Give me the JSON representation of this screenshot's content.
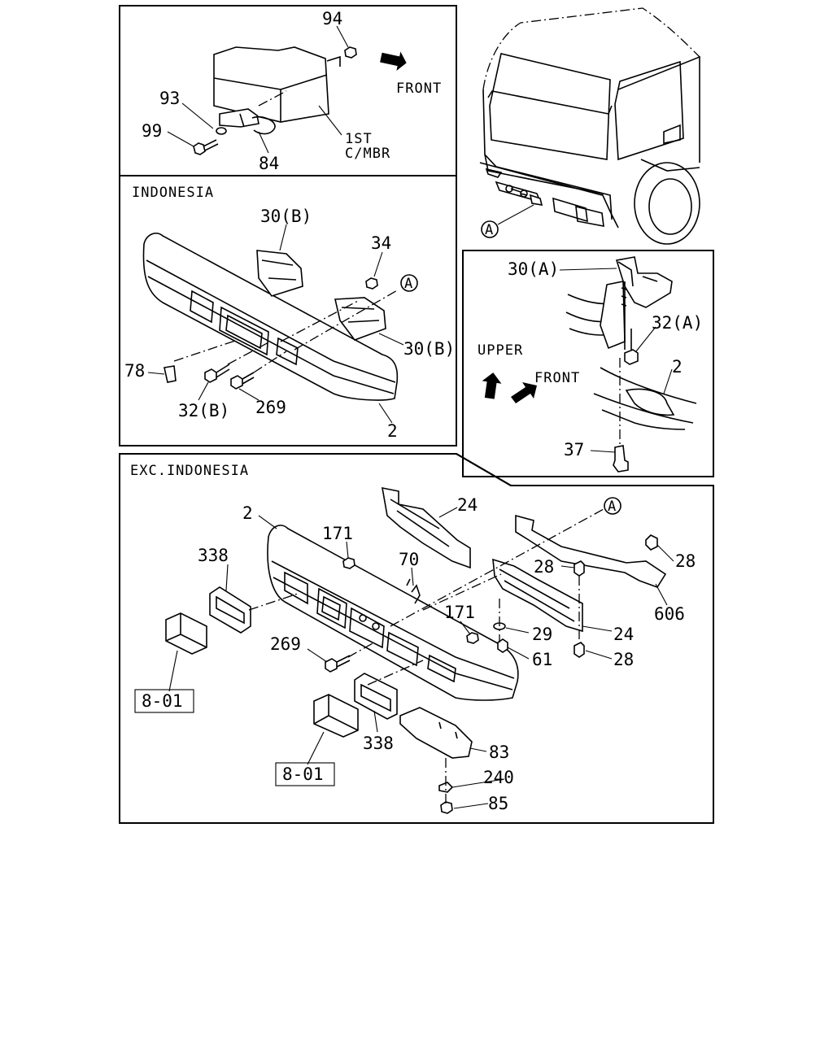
{
  "panels": {
    "top_left": {
      "callouts": {
        "p94": "94",
        "p93": "93",
        "p99": "99",
        "p84": "84"
      },
      "front_label": "FRONT",
      "member_label_1": "1ST",
      "member_label_2": "C/MBR"
    },
    "indonesia": {
      "title": "INDONESIA",
      "callouts": {
        "p30b_top": "30(B)",
        "p34": "34",
        "p30b_right": "30(B)",
        "p78": "78",
        "p32b": "32(B)",
        "p269": "269",
        "p2": "2"
      },
      "ref_mark": "A"
    },
    "truck": {
      "ref_mark": "A"
    },
    "detail_a": {
      "callouts": {
        "p30a": "30(A)",
        "p32a": "32(A)",
        "p2": "2",
        "p37": "37"
      },
      "upper_label": "UPPER",
      "front_label": "FRONT"
    },
    "exc_indonesia": {
      "title": "EXC.INDONESIA",
      "ref_mark": "A",
      "callouts": {
        "p2": "2",
        "p171a": "171",
        "p338a": "338",
        "p70": "70",
        "p24a": "24",
        "p28a": "28",
        "p28b": "28",
        "p171b": "171",
        "p29": "29",
        "p24b": "24",
        "p606": "606",
        "p269": "269",
        "p61": "61",
        "p28c": "28",
        "p338b": "338",
        "p83": "83",
        "p240": "240",
        "p85": "85"
      },
      "ref_boxes": {
        "b1": "8-01",
        "b2": "8-01"
      }
    }
  }
}
